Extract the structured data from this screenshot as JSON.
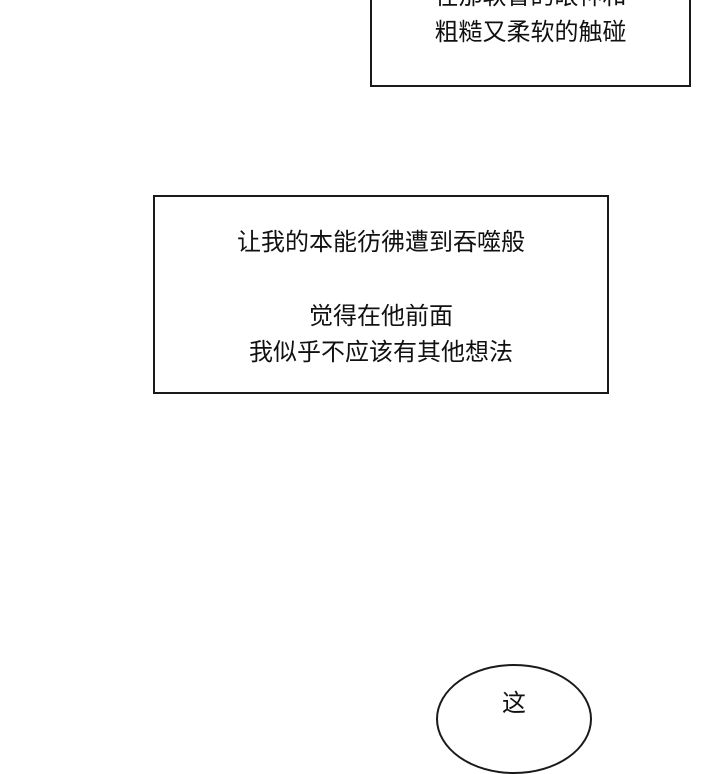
{
  "captions": {
    "top": {
      "line_a": "在那软冒的眼神和",
      "line_b": "粗糙又柔软的触碰"
    },
    "middle": {
      "line_1": "让我的本能彷彿遭到吞噬般",
      "line_2": "觉得在他前面",
      "line_3": "我似乎不应该有其他想法"
    }
  },
  "bubble": {
    "text": "这"
  }
}
